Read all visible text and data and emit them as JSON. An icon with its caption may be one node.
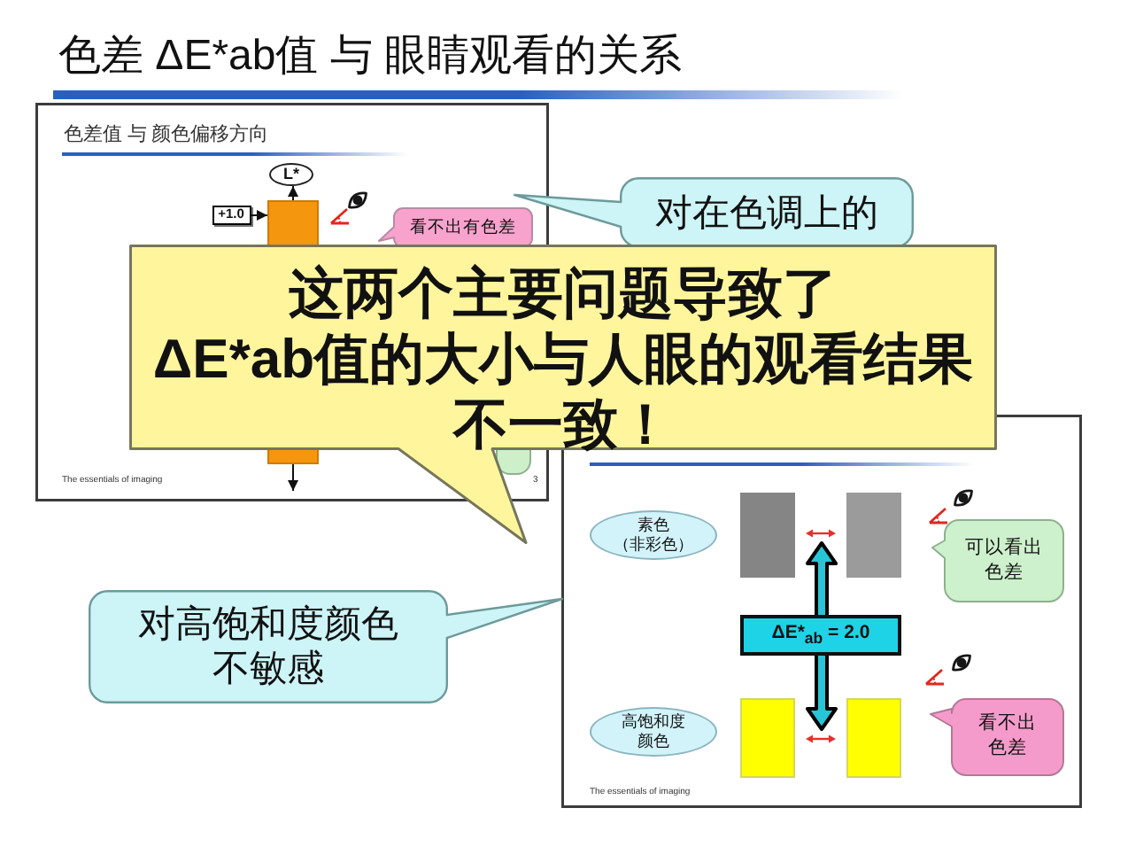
{
  "diagram": {
    "title": "色差 ΔE*ab值 与 眼睛观看的关系",
    "nodes": [
      {
        "text": [
          "色差值 与 颜色偏移方向",
          "The essentials of imaging",
          "3"
        ]
      },
      {
        "text": [
          "L*"
        ],
        "in": 0
      },
      {
        "text": [
          "+1.0"
        ],
        "in": 0
      },
      {
        "text": [],
        "shape": "box",
        "in": 0
      },
      {
        "text": [
          "看不出有色差"
        ],
        "in": 0
      },
      {
        "text": [],
        "shape": "box",
        "in": 0
      },
      {
        "text": [
          "对在色调上的"
        ]
      },
      {
        "text": [
          "这两个主要问题导致了",
          "ΔE*ab值的大小与人眼的观看结果不一致！"
        ]
      },
      {
        "text": [
          "The essentials of imaging"
        ]
      },
      {
        "text": [
          "素色（非彩色）"
        ],
        "in": 8
      },
      {
        "text": [
          "可以看出色差"
        ],
        "in": 8
      },
      {
        "text": [
          "ΔE*$_{ab}$ = 2.0"
        ],
        "in": 8
      },
      {
        "text": [
          "高饱和度颜色"
        ],
        "in": 8
      },
      {
        "text": [
          "看不出色差"
        ],
        "in": 8
      },
      {
        "text": [
          "对高饱和度颜色不敏感"
        ]
      }
    ],
    "edges": [
      {
        "from": 3,
        "to": 1,
        "arrow": "to"
      },
      {
        "from": 2,
        "to": 3,
        "arrow": "to"
      },
      {
        "from": 3,
        "to": null,
        "arrow": "to"
      }
    ]
  }
}
